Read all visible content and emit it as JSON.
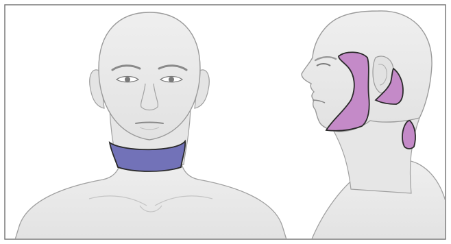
{
  "figure": {
    "panels": [
      {
        "view": "front",
        "regions": [
          "neck-band"
        ]
      },
      {
        "view": "side",
        "regions": [
          "cheek-temple",
          "behind-ear",
          "back-of-neck"
        ]
      }
    ],
    "colors": {
      "background": "#ffffff",
      "border": "#6f6f6f",
      "skin": "#e8e8e8",
      "skin_shadow": "#d2d2d2",
      "outline": "#9a9a9a",
      "feature": "#7a7a7a",
      "neck_band": "#7272b8",
      "face_regions": "#c48ac8",
      "region_outline": "#2a2a2a"
    }
  }
}
